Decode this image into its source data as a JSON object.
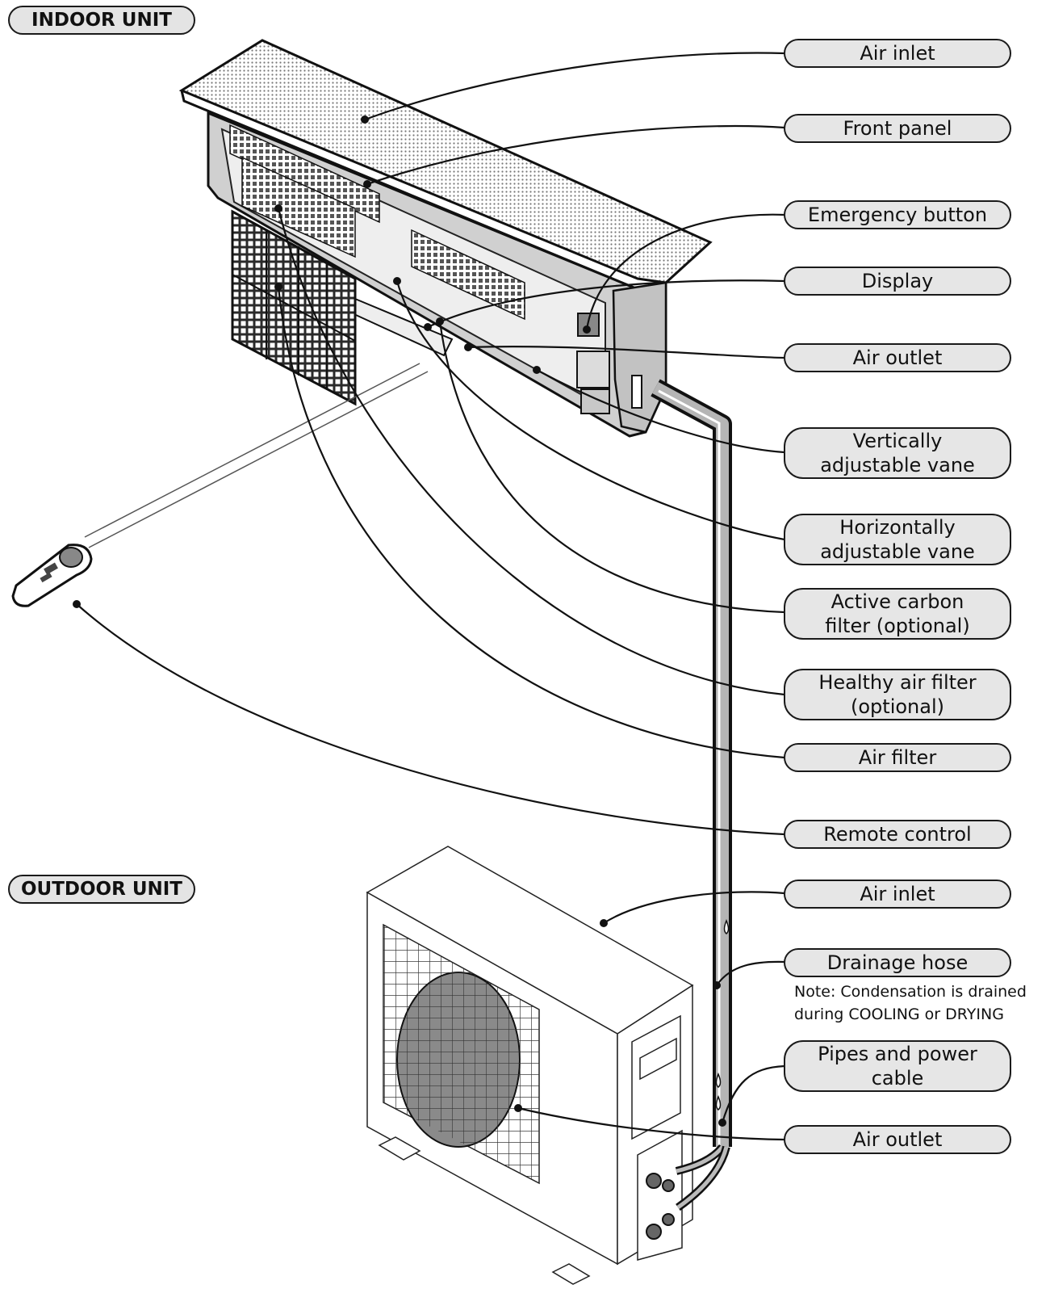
{
  "sections": {
    "indoor": "INDOOR UNIT",
    "outdoor": "OUTDOOR UNIT"
  },
  "labels": [
    {
      "id": "air-inlet-indoor",
      "lines": [
        "Air inlet"
      ]
    },
    {
      "id": "front-panel",
      "lines": [
        "Front panel"
      ]
    },
    {
      "id": "emergency-button",
      "lines": [
        "Emergency button"
      ]
    },
    {
      "id": "display",
      "lines": [
        "Display"
      ]
    },
    {
      "id": "air-outlet-indoor",
      "lines": [
        "Air outlet"
      ]
    },
    {
      "id": "vertical-vane",
      "lines": [
        "Vertically",
        "adjustable vane"
      ]
    },
    {
      "id": "horizontal-vane",
      "lines": [
        "Horizontally",
        "adjustable vane"
      ]
    },
    {
      "id": "carbon-filter",
      "lines": [
        "Active carbon",
        "filter (optional)"
      ]
    },
    {
      "id": "healthy-filter",
      "lines": [
        "Healthy air filter",
        "(optional)"
      ]
    },
    {
      "id": "air-filter",
      "lines": [
        "Air filter"
      ]
    },
    {
      "id": "remote-control",
      "lines": [
        "Remote control"
      ]
    },
    {
      "id": "air-inlet-outdoor",
      "lines": [
        "Air inlet"
      ]
    },
    {
      "id": "drainage-hose",
      "lines": [
        "Drainage hose"
      ]
    },
    {
      "id": "pipes-cable",
      "lines": [
        "Pipes and power",
        "cable"
      ]
    },
    {
      "id": "air-outlet-outdoor",
      "lines": [
        "Air outlet"
      ]
    }
  ],
  "note": {
    "line1": "Note: Condensation is drained",
    "line2": "during COOLING or DRYING"
  }
}
